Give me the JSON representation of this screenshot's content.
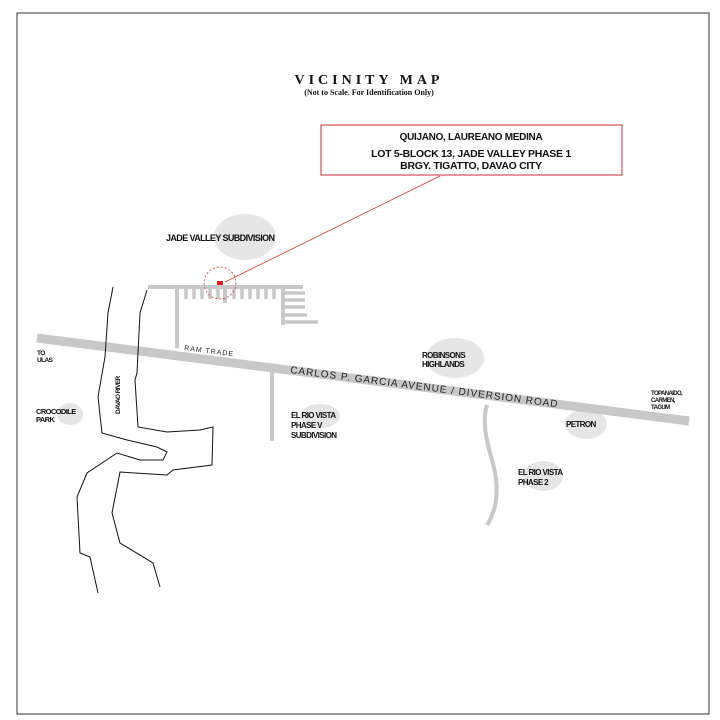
{
  "title": "VICINITY MAP",
  "subtitle": "(Not to Scale. For Identification Only)",
  "owner_box": {
    "name": "QUIJANO, LAUREANO MEDINA",
    "line1": "LOT 5-BLOCK 13, JADE VALLEY PHASE 1",
    "line2": "BRGY. TIGATTO, DAVAO CITY"
  },
  "labels": {
    "jade_valley": "JADE VALLEY SUBDIVISION",
    "to_ulas_1": "TO",
    "to_ulas_2": "ULAS",
    "crocodile_1": "CROCODILE",
    "crocodile_2": "PARK",
    "davao_river": "DAVAO RIVER",
    "ram_trade": "RAM TRADE",
    "main_road": "CARLOS P. GARCIA AVENUE / DIVERSION ROAD",
    "robinsons_1": "ROBINSONS",
    "robinsons_2": "HIGHLANDS",
    "riovista5_1": "EL RIO VISTA",
    "riovista5_2": "PHASE V",
    "riovista5_3": "SUBDIVISION",
    "petron": "PETRON",
    "riovista2_1": "EL RIO VISTA",
    "riovista2_2": "PHASE 2",
    "east_1": "TOPANAIDO,",
    "east_2": "CARMEN,",
    "east_3": "TAGUM"
  },
  "colors": {
    "road": "#c8c8c8",
    "landmark": "#e6e6e6",
    "marker": "#e02020",
    "leader": "#e03030",
    "box_border": "#c0303a"
  }
}
